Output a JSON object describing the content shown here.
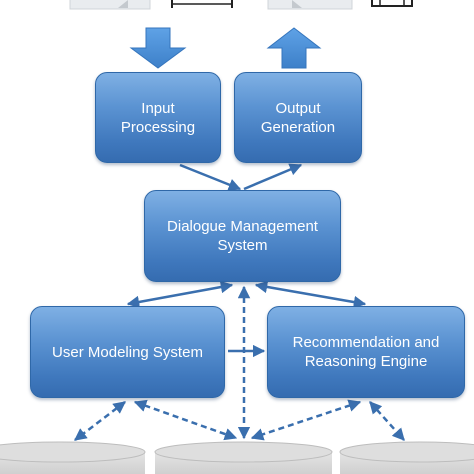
{
  "boxes": {
    "input_processing": "Input\nProcessing",
    "output_generation": "Output\nGeneration",
    "dialogue_management": "Dialogue Management\nSystem",
    "user_modeling": "User Modeling System",
    "recommendation_engine": "Recommendation and\nReasoning Engine"
  },
  "colors": {
    "box_fill": "#4a86c8",
    "box_border": "#2f68a8",
    "arrow": "#3a6fae",
    "block_arrow": "#4a90d9",
    "cylinder": "#d4d4d4",
    "top_panel": "#e9ecef",
    "top_icon": "#222222"
  }
}
